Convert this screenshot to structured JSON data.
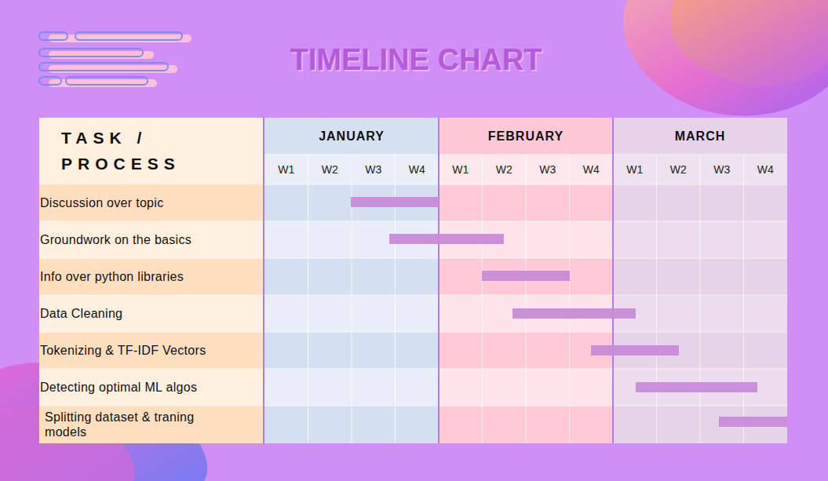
{
  "diagram": {
    "title": "TIMELINE CHART",
    "labels": [
      "TASK / PROCESS",
      "JANUARY",
      "FEBRUARY",
      "MARCH",
      "W1",
      "W2",
      "W3",
      "W4",
      "W1",
      "W2",
      "W3",
      "W4",
      "W1",
      "W2",
      "W3",
      "W4",
      "Discussion over topic",
      "Groundwork on the basics",
      "Info over python libraries",
      "Data Cleaning",
      "Tokenizing & TF-IDF Vectors",
      "Detecting optimal ML algos",
      "Splitting dataset & traning models"
    ]
  }
}
